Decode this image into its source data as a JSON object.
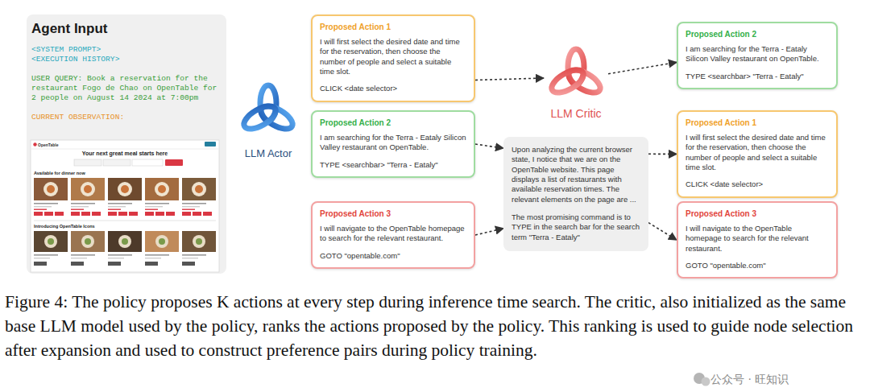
{
  "diagram": {
    "caption": "Figure 4: The policy proposes K actions at every step during inference time search. The critic, also initialized as the same base LLM model used by the policy, ranks the actions proposed by the policy. This ranking is used to guide node selection after expansion and used to construct preference pairs during policy training.",
    "nodes": [
      {
        "text": [
          "Agent Input",
          "<SYSTEM PROMPT>",
          "<EXECUTION HISTORY>",
          "USER QUERY: Book a reservation for the restaurant Fogo de Chao on OpenTable for 2 people on August 14 2024 at 7:00pm",
          "CURRENT OBSERVATION:"
        ]
      },
      {
        "text": [
          "LLM Actor"
        ]
      },
      {
        "text": [
          "Proposed Action 1",
          "I will first select the desired date and time for the reservation, then choose the number of people and select a suitable time slot.",
          "CLICK <date selector>"
        ]
      },
      {
        "text": [
          "Proposed Action 2",
          "I am searching for the Terra - Eataly Silicon Valley restaurant on OpenTable.",
          "TYPE <searchbar> \"Terra - Eataly\""
        ]
      },
      {
        "text": [
          "Proposed Action 3",
          "I will navigate to the OpenTable homepage to search for the relevant restaurant.",
          "GOTO \"opentable.com\""
        ]
      },
      {
        "text": [
          "LLM Critic"
        ]
      },
      {
        "text": [
          "Upon analyzing the current browser state, I notice that we are on the OpenTable website. This page displays a list of restaurants with available reservation times. The relevant elements on the page are ...",
          "The most promising command is to TYPE in the search bar for the search term \"Terra - Eataly\""
        ]
      },
      {
        "text": [
          "Proposed Action 2",
          "I am searching for the Terra - Eataly Silicon Valley restaurant on OpenTable.",
          "TYPE <searchbar> \"Terra - Eataly\""
        ]
      },
      {
        "text": [
          "Proposed Action 1",
          "I will first select the desired date and time for the reservation, then choose the number of people and select a suitable time slot.",
          "CLICK <date selector>"
        ]
      },
      {
        "text": [
          "Proposed Action 3",
          "I will navigate to the OpenTable homepage to search for the relevant restaurant.",
          "GOTO \"opentable.com\""
        ]
      }
    ],
    "edges": [
      {
        "from": 2,
        "to": 5,
        "arrow": "to"
      },
      {
        "from": 3,
        "to": 6,
        "arrow": "to"
      },
      {
        "from": 4,
        "to": 6,
        "arrow": "to"
      },
      {
        "from": 5,
        "to": 7,
        "arrow": "to"
      },
      {
        "from": 6,
        "to": 8,
        "arrow": "to"
      },
      {
        "from": 6,
        "to": 9,
        "arrow": "to"
      }
    ],
    "labels": [
      "OpenTable",
      "Your next great meal starts here",
      "Available for dinner now",
      "Introducing OpenTable Icons",
      "公众号 · 旺知识"
    ]
  }
}
